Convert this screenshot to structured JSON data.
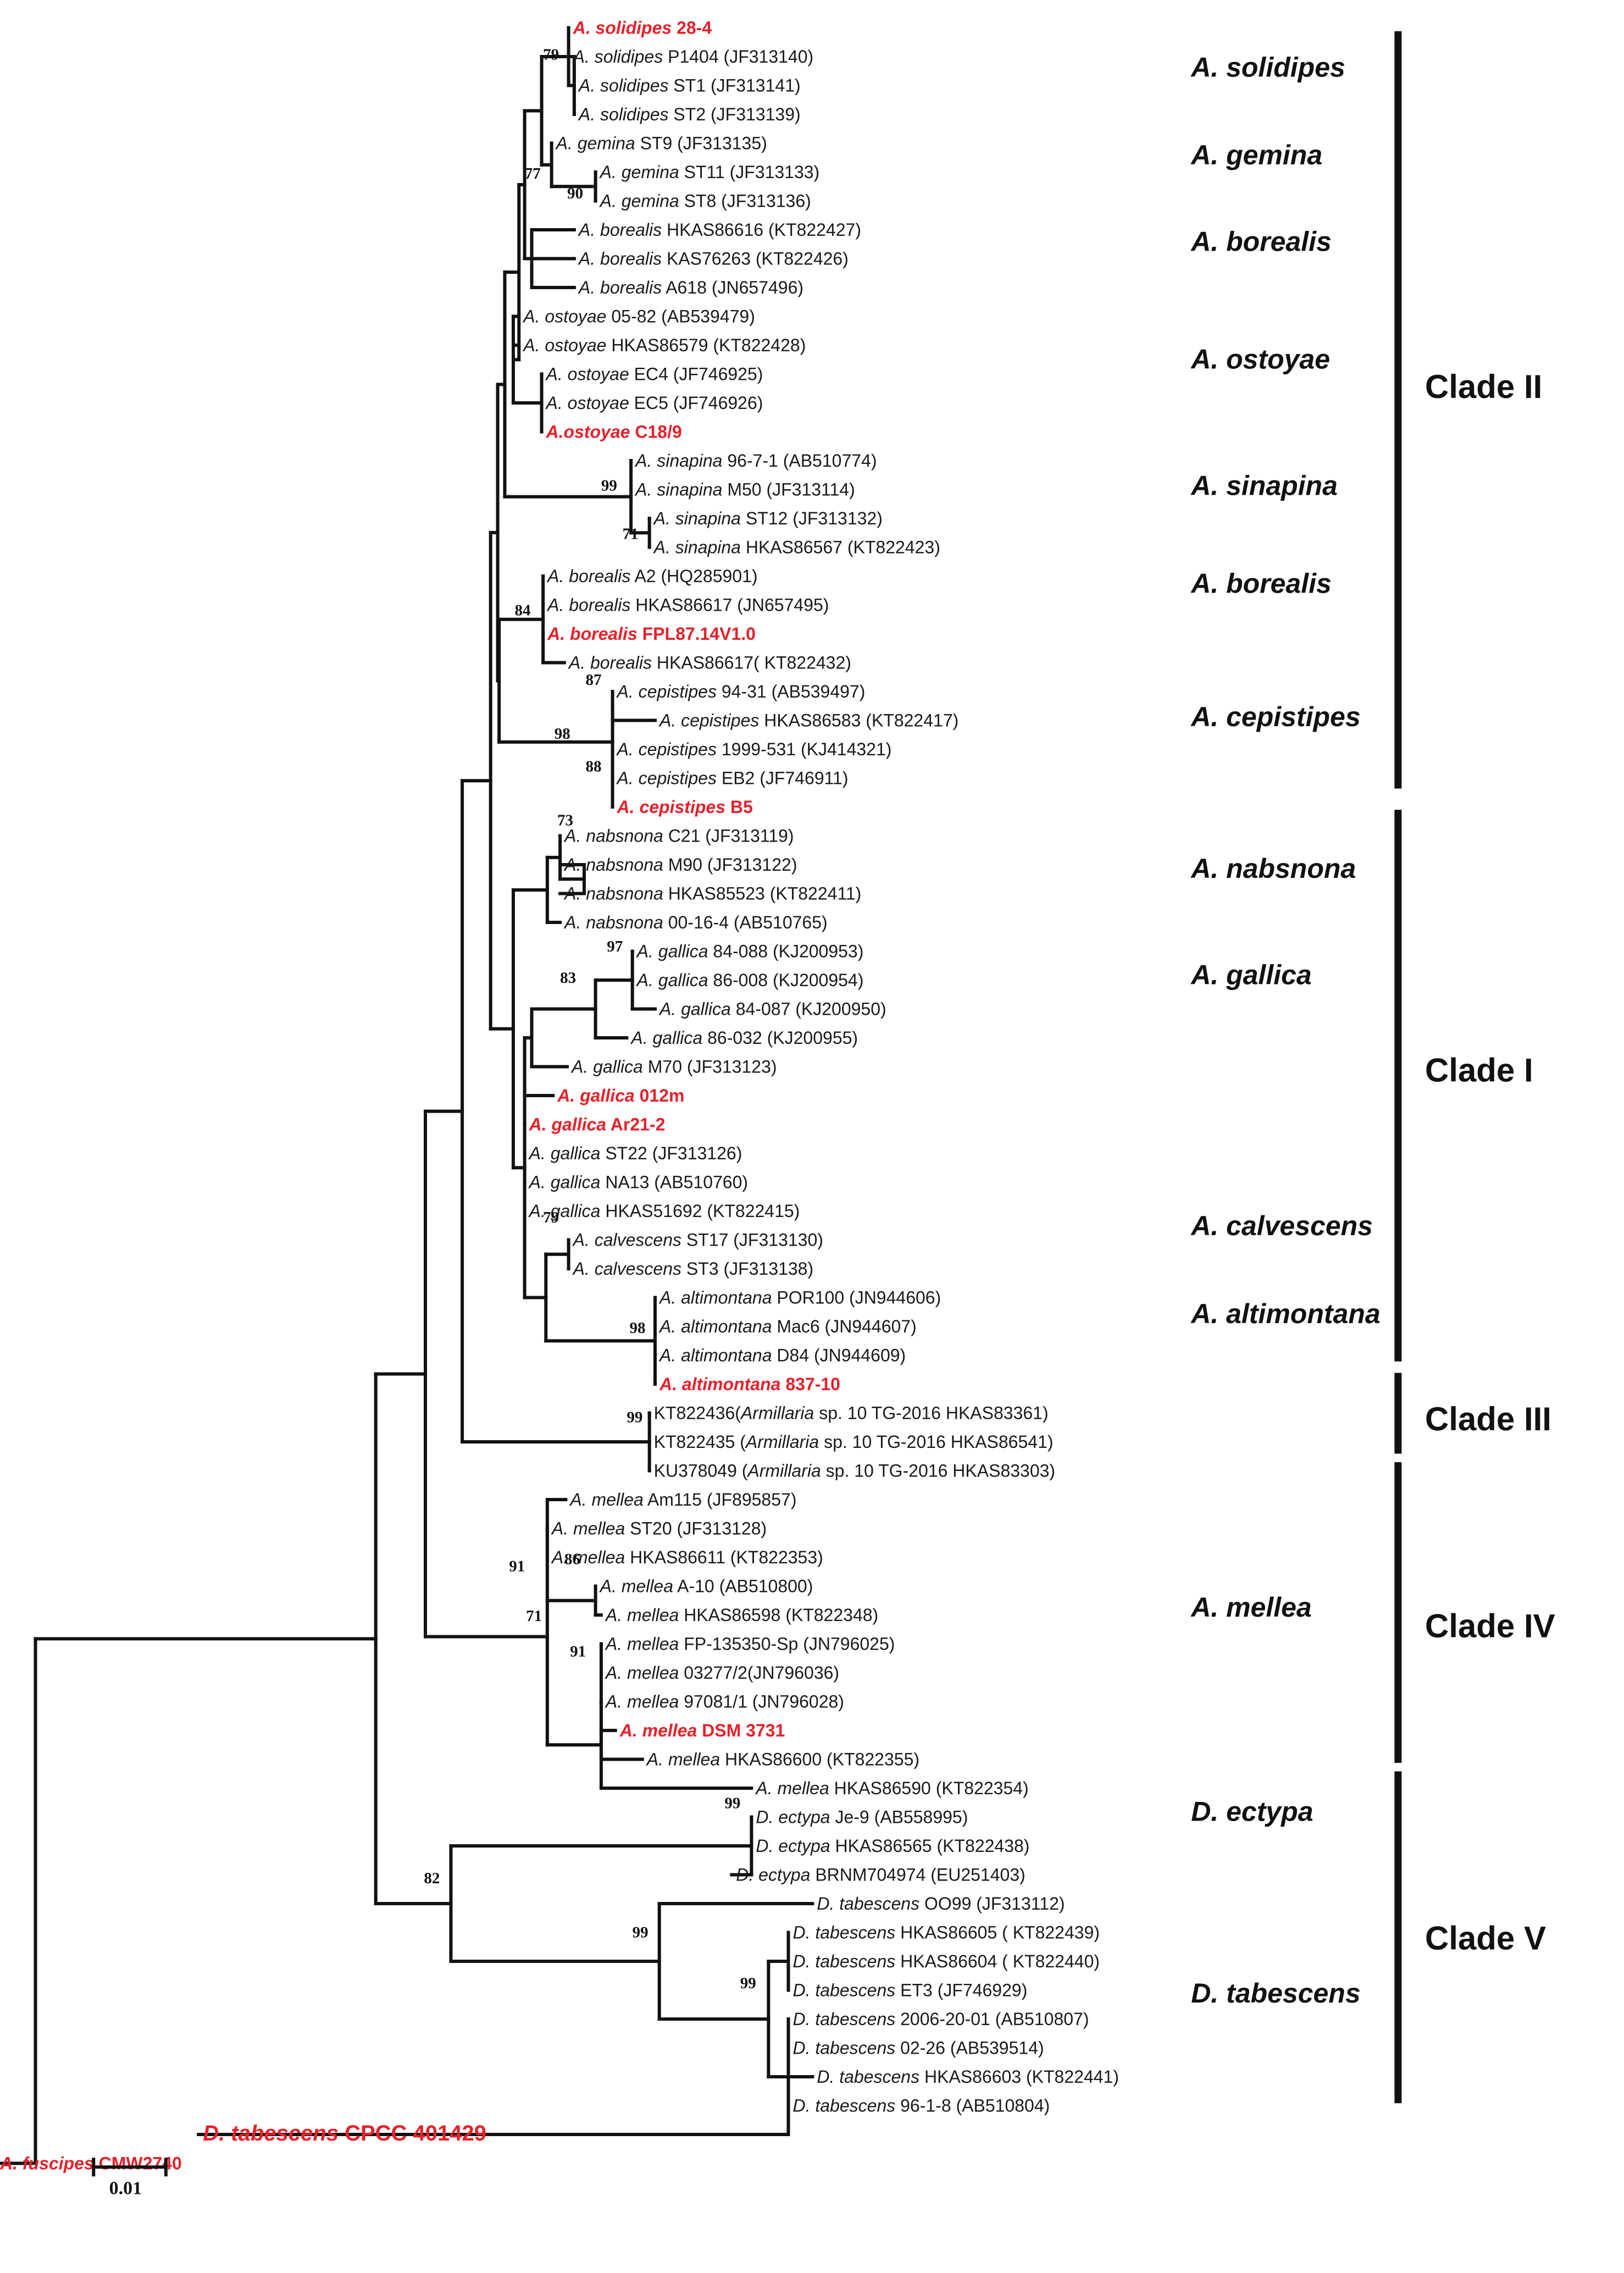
{
  "tree": {
    "leaves": [
      {
        "id": "L0",
        "parts": [
          {
            "t": "A. solidipes",
            "i": true
          },
          {
            "t": " 28-4"
          }
        ],
        "hl": true
      },
      {
        "id": "L1",
        "parts": [
          {
            "t": "A. solidipes",
            "i": true
          },
          {
            "t": "  P1404 (JF313140)"
          }
        ]
      },
      {
        "id": "L2",
        "parts": [
          {
            "t": "A. solidipes",
            "i": true
          },
          {
            "t": " ST1 (JF313141)"
          }
        ]
      },
      {
        "id": "L3",
        "parts": [
          {
            "t": "A. solidipes",
            "i": true
          },
          {
            "t": " ST2  (JF313139)"
          }
        ]
      },
      {
        "id": "L4",
        "parts": [
          {
            "t": "A. gemina",
            "i": true
          },
          {
            "t": " ST9  (JF313135)"
          }
        ]
      },
      {
        "id": "L5",
        "parts": [
          {
            "t": "A. gemina",
            "i": true
          },
          {
            "t": " ST11  (JF313133)"
          }
        ]
      },
      {
        "id": "L6",
        "parts": [
          {
            "t": "A. gemina",
            "i": true
          },
          {
            "t": " ST8  (JF313136)"
          }
        ]
      },
      {
        "id": "L7",
        "parts": [
          {
            "t": "A. borealis",
            "i": true
          },
          {
            "t": " HKAS86616  (KT822427)"
          }
        ]
      },
      {
        "id": "L8",
        "parts": [
          {
            "t": "A. borealis",
            "i": true
          },
          {
            "t": " KAS76263  (KT822426)"
          }
        ]
      },
      {
        "id": "L9",
        "parts": [
          {
            "t": "A. borealis",
            "i": true
          },
          {
            "t": " A618  (JN657496)"
          }
        ]
      },
      {
        "id": "L10",
        "parts": [
          {
            "t": "A. ostoyae",
            "i": true
          },
          {
            "t": " 05-82  (AB539479)"
          }
        ]
      },
      {
        "id": "L11",
        "parts": [
          {
            "t": "A. ostoyae",
            "i": true
          },
          {
            "t": " HKAS86579 (KT822428)"
          }
        ]
      },
      {
        "id": "L12",
        "parts": [
          {
            "t": "A. ostoyae",
            "i": true
          },
          {
            "t": " EC4  (JF746925)"
          }
        ]
      },
      {
        "id": "L13",
        "parts": [
          {
            "t": "A. ostoyae",
            "i": true
          },
          {
            "t": " EC5  (JF746926)"
          }
        ]
      },
      {
        "id": "L14",
        "parts": [
          {
            "t": "A.ostoyae",
            "i": true
          },
          {
            "t": " C18/9"
          }
        ],
        "hl": true
      },
      {
        "id": "L15",
        "parts": [
          {
            "t": "A. sinapina",
            "i": true
          },
          {
            "t": " 96-7-1  (AB510774)"
          }
        ]
      },
      {
        "id": "L16",
        "parts": [
          {
            "t": "A. sinapina",
            "i": true
          },
          {
            "t": " M50  (JF313114)"
          }
        ]
      },
      {
        "id": "L17",
        "parts": [
          {
            "t": "A. sinapina",
            "i": true
          },
          {
            "t": " ST12  (JF313132)"
          }
        ]
      },
      {
        "id": "L18",
        "parts": [
          {
            "t": "A. sinapina",
            "i": true
          },
          {
            "t": " HKAS86567  (KT822423)"
          }
        ]
      },
      {
        "id": "L19",
        "parts": [
          {
            "t": "A. borealis",
            "i": true
          },
          {
            "t": " A2  (HQ285901)"
          }
        ]
      },
      {
        "id": "L20",
        "parts": [
          {
            "t": "A. borealis",
            "i": true
          },
          {
            "t": " HKAS86617  (JN657495)"
          }
        ]
      },
      {
        "id": "L21",
        "parts": [
          {
            "t": "A. borealis",
            "i": true
          },
          {
            "t": " FPL87.14V1.0"
          }
        ],
        "hl": true
      },
      {
        "id": "L22",
        "parts": [
          {
            "t": "A. borealis",
            "i": true
          },
          {
            "t": " HKAS86617(  KT822432)"
          }
        ]
      },
      {
        "id": "L23",
        "parts": [
          {
            "t": "A. cepistipes",
            "i": true
          },
          {
            "t": " 94-31  (AB539497)"
          }
        ]
      },
      {
        "id": "L24",
        "parts": [
          {
            "t": "A. cepistipes",
            "i": true
          },
          {
            "t": " HKAS86583 (KT822417)"
          }
        ]
      },
      {
        "id": "L25",
        "parts": [
          {
            "t": "A. cepistipes",
            "i": true
          },
          {
            "t": " 1999-531  (KJ414321)"
          }
        ]
      },
      {
        "id": "L26",
        "parts": [
          {
            "t": "A. cepistipes",
            "i": true
          },
          {
            "t": " EB2  (JF746911)"
          }
        ]
      },
      {
        "id": "L27",
        "parts": [
          {
            "t": "A. cepistipes",
            "i": true
          },
          {
            "t": "  B5"
          }
        ],
        "hl": true
      },
      {
        "id": "L28",
        "parts": [
          {
            "t": "A. nabsnona",
            "i": true
          },
          {
            "t": " C21  (JF313119)"
          }
        ]
      },
      {
        "id": "L29",
        "parts": [
          {
            "t": "A. nabsnona",
            "i": true
          },
          {
            "t": " M90  (JF313122)"
          }
        ]
      },
      {
        "id": "L30",
        "parts": [
          {
            "t": "A. nabsnona",
            "i": true
          },
          {
            "t": " HKAS85523  (KT822411)"
          }
        ]
      },
      {
        "id": "L31",
        "parts": [
          {
            "t": "A. nabsnona",
            "i": true
          },
          {
            "t": " 00-16-4  (AB510765)"
          }
        ]
      },
      {
        "id": "L32",
        "parts": [
          {
            "t": "A. gallica",
            "i": true
          },
          {
            "t": " 84-088  (KJ200953)"
          }
        ]
      },
      {
        "id": "L33",
        "parts": [
          {
            "t": "A. gallica",
            "i": true
          },
          {
            "t": " 86-008  (KJ200954)"
          }
        ]
      },
      {
        "id": "L34",
        "parts": [
          {
            "t": "A. gallica",
            "i": true
          },
          {
            "t": " 84-087  (KJ200950)"
          }
        ]
      },
      {
        "id": "L35",
        "parts": [
          {
            "t": "A. gallica",
            "i": true
          },
          {
            "t": " 86-032  (KJ200955)"
          }
        ]
      },
      {
        "id": "L36",
        "parts": [
          {
            "t": "A. gallica",
            "i": true
          },
          {
            "t": " M70  (JF313123)"
          }
        ]
      },
      {
        "id": "L37",
        "parts": [
          {
            "t": "A. gallica",
            "i": true
          },
          {
            "t": "  012m"
          }
        ],
        "hl": true
      },
      {
        "id": "L38",
        "parts": [
          {
            "t": "A. gallica",
            "i": true
          },
          {
            "t": "  Ar21-2"
          }
        ],
        "hl": true
      },
      {
        "id": "L39",
        "parts": [
          {
            "t": "A. gallica",
            "i": true
          },
          {
            "t": " ST22  (JF313126)"
          }
        ]
      },
      {
        "id": "L40",
        "parts": [
          {
            "t": "A. gallica",
            "i": true
          },
          {
            "t": " NA13  (AB510760)"
          }
        ]
      },
      {
        "id": "L41",
        "parts": [
          {
            "t": "A. gallica",
            "i": true
          },
          {
            "t": " HKAS51692  (KT822415)"
          }
        ]
      },
      {
        "id": "L42",
        "parts": [
          {
            "t": "A. calvescens",
            "i": true
          },
          {
            "t": " ST17  (JF313130)"
          }
        ]
      },
      {
        "id": "L43",
        "parts": [
          {
            "t": "A. calvescens",
            "i": true
          },
          {
            "t": " ST3  (JF313138)"
          }
        ]
      },
      {
        "id": "L44",
        "parts": [
          {
            "t": "A. altimontana",
            "i": true
          },
          {
            "t": " POR100  (JN944606)"
          }
        ]
      },
      {
        "id": "L45",
        "parts": [
          {
            "t": "A. altimontana",
            "i": true
          },
          {
            "t": " Mac6  (JN944607)"
          }
        ]
      },
      {
        "id": "L46",
        "parts": [
          {
            "t": "A. altimontana",
            "i": true
          },
          {
            "t": " D84  (JN944609)"
          }
        ]
      },
      {
        "id": "L47",
        "parts": [
          {
            "t": "A. altimontana",
            "i": true
          },
          {
            "t": "  837-10"
          }
        ],
        "hl": true
      },
      {
        "id": "L48",
        "parts": [
          {
            "t": "KT822436("
          },
          {
            "t": "Armillaria",
            "i": true
          },
          {
            "t": " sp. 10 TG-2016  HKAS83361)"
          }
        ]
      },
      {
        "id": "L49",
        "parts": [
          {
            "t": "KT822435 ("
          },
          {
            "t": "Armillaria",
            "i": true
          },
          {
            "t": " sp. 10 TG-2016  HKAS86541)"
          }
        ]
      },
      {
        "id": "L50",
        "parts": [
          {
            "t": "KU378049 ("
          },
          {
            "t": "Armillaria",
            "i": true
          },
          {
            "t": " sp. 10 TG-2016  HKAS83303)"
          }
        ]
      },
      {
        "id": "L51",
        "parts": [
          {
            "t": "A. mellea",
            "i": true
          },
          {
            "t": " Am115  (JF895857)"
          }
        ]
      },
      {
        "id": "L52",
        "parts": [
          {
            "t": "A. mellea",
            "i": true
          },
          {
            "t": " ST20  (JF313128)"
          }
        ]
      },
      {
        "id": "L53",
        "parts": [
          {
            "t": "A. mellea",
            "i": true
          },
          {
            "t": " HKAS86611 (KT822353)"
          }
        ]
      },
      {
        "id": "L54",
        "parts": [
          {
            "t": "A. mellea",
            "i": true
          },
          {
            "t": " A-10  (AB510800)"
          }
        ]
      },
      {
        "id": "L55",
        "parts": [
          {
            "t": "A. mellea",
            "i": true
          },
          {
            "t": " HKAS86598 (KT822348)"
          }
        ]
      },
      {
        "id": "L56",
        "parts": [
          {
            "t": "A. mellea",
            "i": true
          },
          {
            "t": " FP-135350-Sp (JN796025)"
          }
        ]
      },
      {
        "id": "L57",
        "parts": [
          {
            "t": "A. mellea",
            "i": true
          },
          {
            "t": " 03277/2(JN796036)"
          }
        ]
      },
      {
        "id": "L58",
        "parts": [
          {
            "t": "A. mellea",
            "i": true
          },
          {
            "t": " 97081/1 (JN796028)"
          }
        ]
      },
      {
        "id": "L59",
        "parts": [
          {
            "t": "A. mellea",
            "i": true
          },
          {
            "t": " DSM 3731"
          }
        ],
        "hl": true
      },
      {
        "id": "L60",
        "parts": [
          {
            "t": "A. mellea",
            "i": true
          },
          {
            "t": " HKAS86600  (KT822355)"
          }
        ]
      },
      {
        "id": "L61",
        "parts": [
          {
            "t": "A. mellea",
            "i": true
          },
          {
            "t": " HKAS86590  (KT822354)"
          }
        ]
      },
      {
        "id": "L62",
        "parts": [
          {
            "t": "D. ectypa",
            "i": true
          },
          {
            "t": "  Je-9  (AB558995)"
          }
        ]
      },
      {
        "id": "L63",
        "parts": [
          {
            "t": "D. ectypa",
            "i": true
          },
          {
            "t": "  HKAS86565  (KT822438)"
          }
        ]
      },
      {
        "id": "L64",
        "parts": [
          {
            "t": "D. ectypa",
            "i": true
          },
          {
            "t": "  BRNM704974  (EU251403)"
          }
        ]
      },
      {
        "id": "L65",
        "parts": [
          {
            "t": "D. tabescens",
            "i": true
          },
          {
            "t": "  OO99  (JF313112)"
          }
        ]
      },
      {
        "id": "L66",
        "parts": [
          {
            "t": "D. tabescens",
            "i": true
          },
          {
            "t": "  HKAS86605  ( KT822439)"
          }
        ]
      },
      {
        "id": "L67",
        "parts": [
          {
            "t": "D. tabescens",
            "i": true
          },
          {
            "t": "  HKAS86604  ( KT822440)"
          }
        ]
      },
      {
        "id": "L68",
        "parts": [
          {
            "t": "D. tabescens",
            "i": true
          },
          {
            "t": "  ET3  (JF746929)"
          }
        ]
      },
      {
        "id": "L69",
        "parts": [
          {
            "t": "D. tabescens",
            "i": true
          },
          {
            "t": "  2006-20-01  (AB510807)"
          }
        ]
      },
      {
        "id": "L70",
        "parts": [
          {
            "t": "D. tabescens",
            "i": true
          },
          {
            "t": "  02-26  (AB539514)"
          }
        ]
      },
      {
        "id": "L71",
        "parts": [
          {
            "t": "D. tabescens",
            "i": true
          },
          {
            "t": "  HKAS86603  (KT822441)"
          }
        ]
      },
      {
        "id": "L72",
        "parts": [
          {
            "t": "D. tabescens",
            "i": true
          },
          {
            "t": "  96-1-8  (AB510804)"
          }
        ]
      },
      {
        "id": "L73",
        "parts": [
          {
            "t": "D. tabescens",
            "i": true
          },
          {
            "t": "  CPCC  401429"
          }
        ],
        "hl": true,
        "big": true
      },
      {
        "id": "L74",
        "parts": [
          {
            "t": "A. fuscipes",
            "i": true
          },
          {
            "t": " CMW2740"
          }
        ],
        "hl": true
      }
    ],
    "support_values": [
      "79",
      "77",
      "90",
      "99",
      "71",
      "84",
      "87",
      "98",
      "88",
      "73",
      "97",
      "83",
      "79",
      "98",
      "99",
      "91",
      "86",
      "71",
      "91",
      "99",
      "82",
      "99",
      "99"
    ],
    "scale_bar": "0.01"
  },
  "species_labels": [
    "A. solidipes",
    "A. gemina",
    "A. borealis",
    "A. ostoyae",
    "A. sinapina",
    "A. borealis",
    "A. cepistipes",
    "A. nabsnona",
    "A. gallica",
    "A. calvescens",
    "A. altimontana",
    "A. mellea",
    "D. ectypa",
    "D. tabescens"
  ],
  "clades": [
    "Clade II",
    "Clade I",
    "Clade III",
    "Clade IV",
    "Clade V"
  ],
  "colors": {
    "highlight": "#e8202a",
    "line": "#111111"
  }
}
